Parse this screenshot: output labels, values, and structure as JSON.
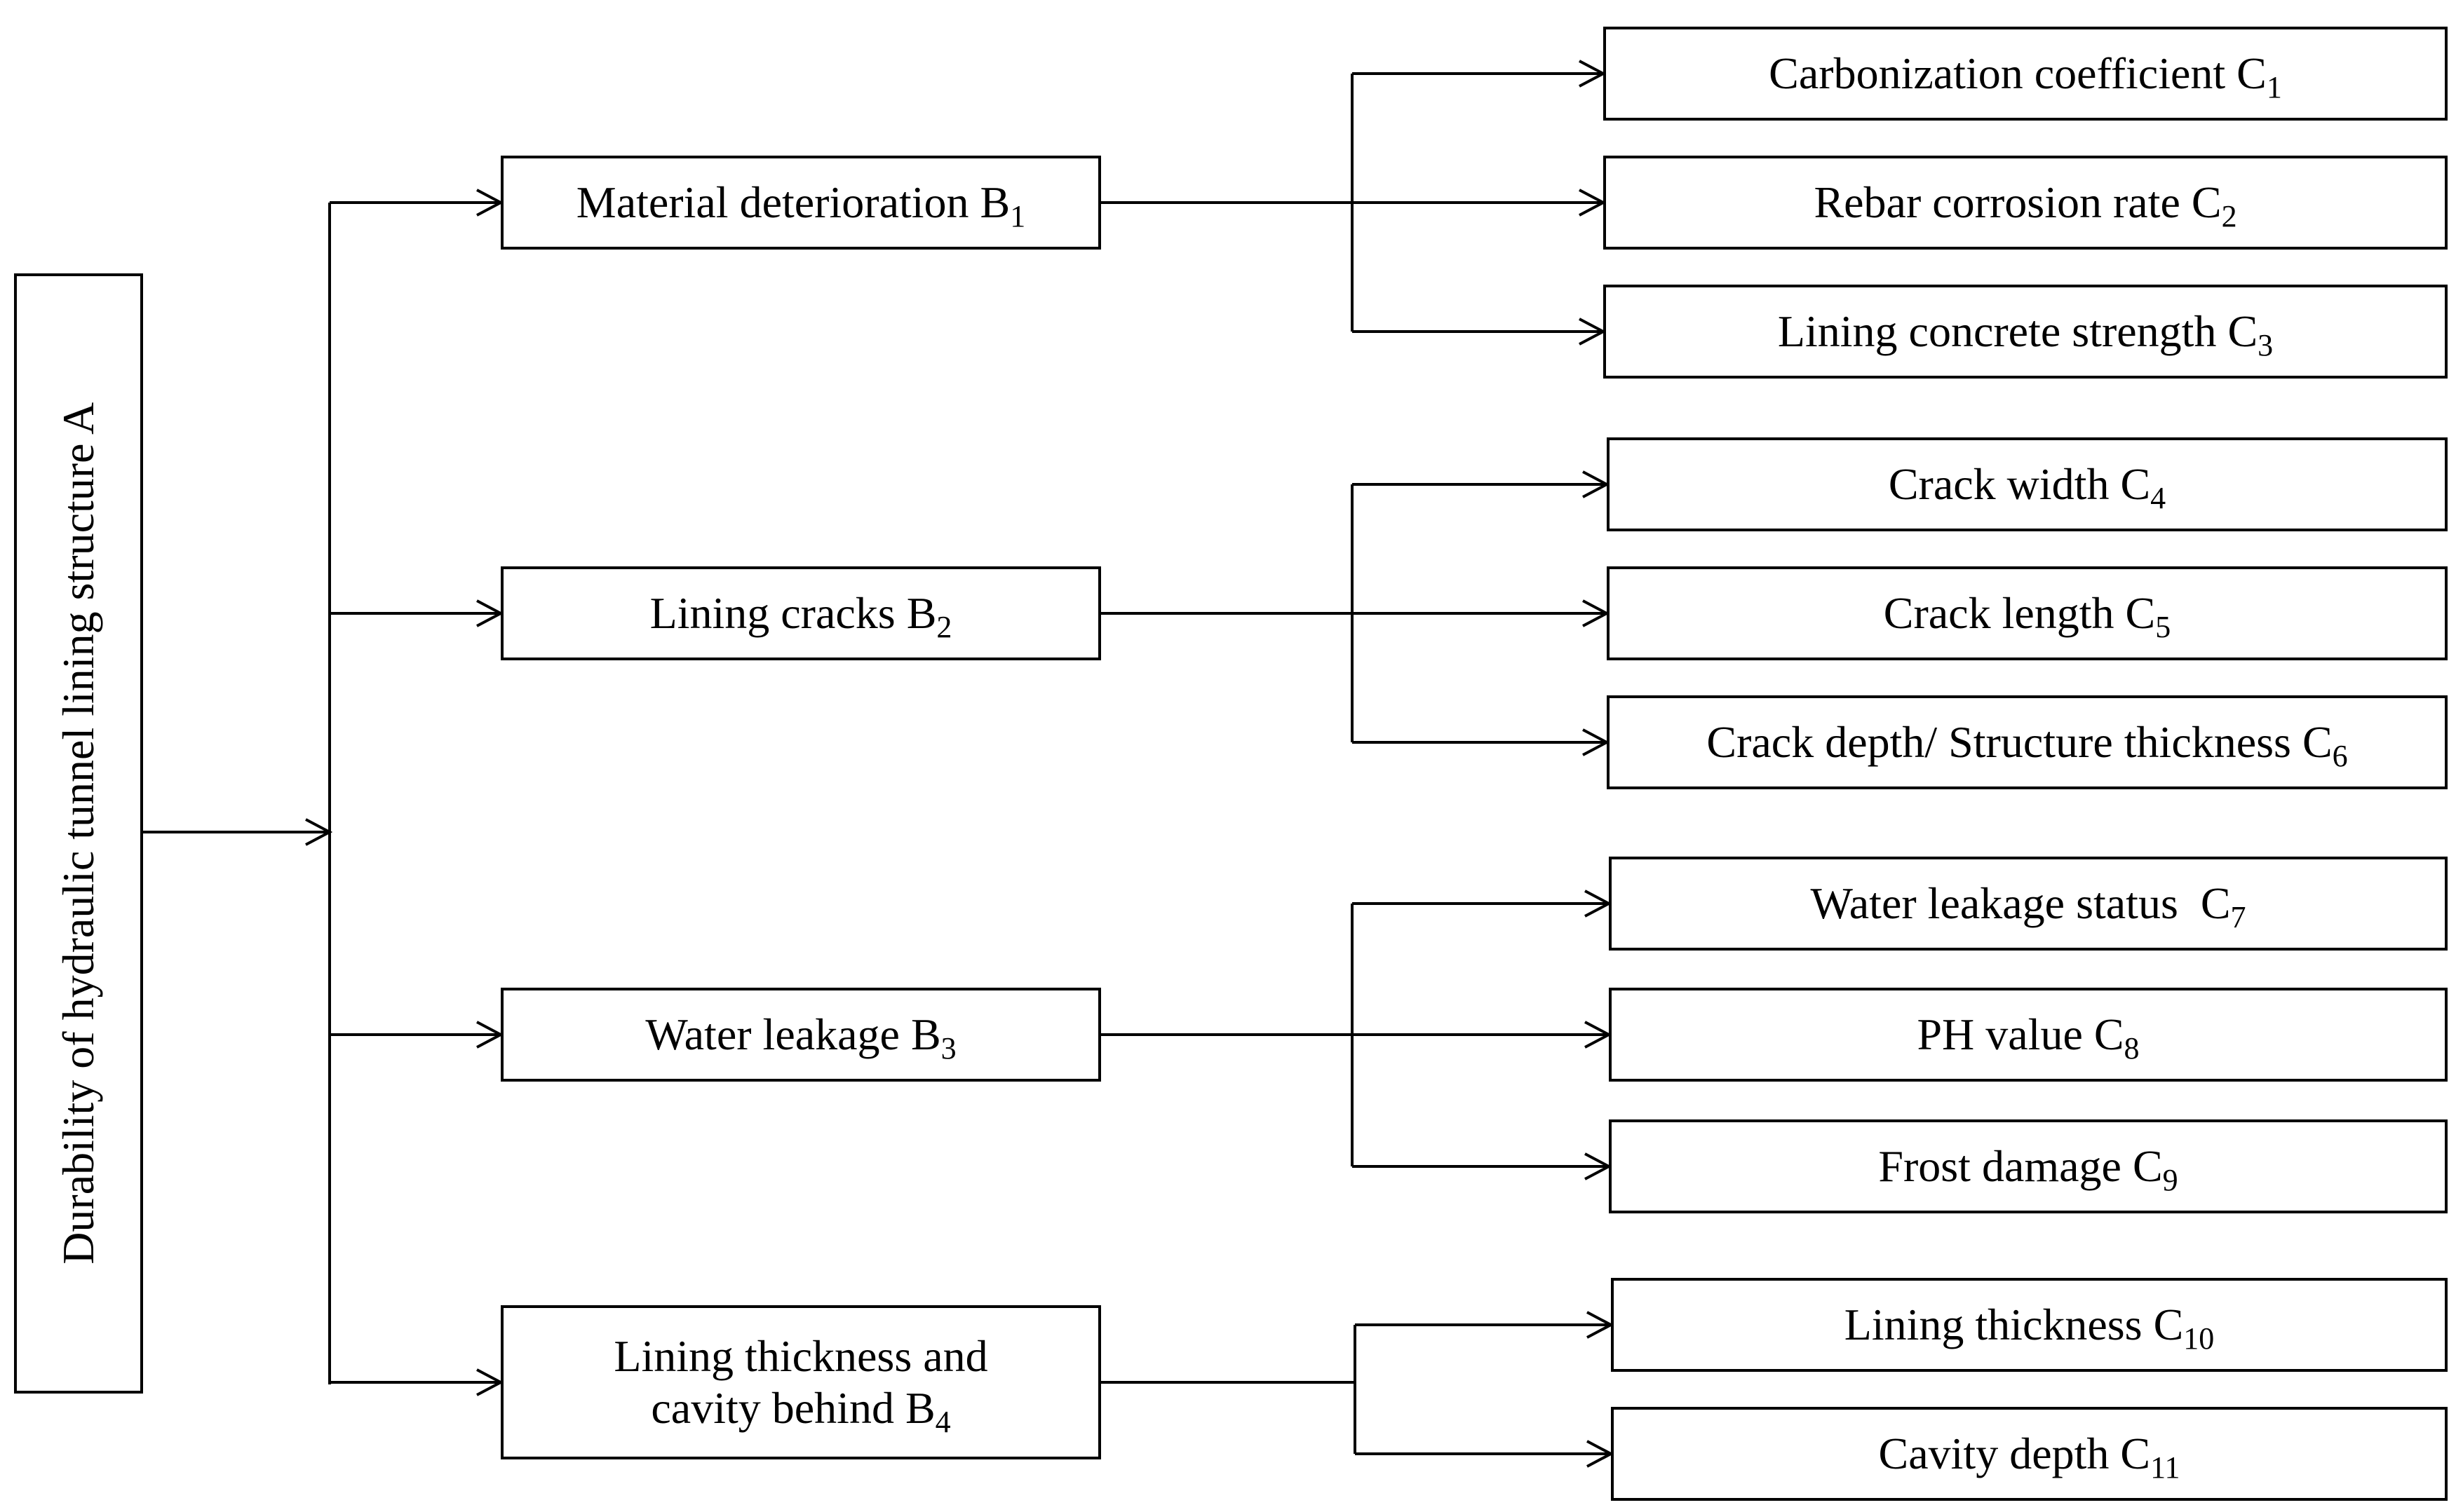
{
  "root": {
    "label": "Durability of hydraulic tunnel lining structure A"
  },
  "criteria": [
    {
      "id": "b1",
      "text": "Material deterioration B",
      "sub": "1"
    },
    {
      "id": "b2",
      "text": "Lining cracks B",
      "sub": "2"
    },
    {
      "id": "b3",
      "text": "Water leakage B",
      "sub": "3"
    },
    {
      "id": "b4",
      "line1": "Lining thickness and",
      "text": "cavity behind B",
      "sub": "4"
    }
  ],
  "indicators": [
    {
      "id": "c1",
      "text": "Carbonization coefficient C",
      "sub": "1"
    },
    {
      "id": "c2",
      "text": "Rebar corrosion rate C",
      "sub": "2"
    },
    {
      "id": "c3",
      "text": "Lining concrete strength C",
      "sub": "3"
    },
    {
      "id": "c4",
      "text": "Crack width C",
      "sub": "4"
    },
    {
      "id": "c5",
      "text": "Crack length C",
      "sub": "5"
    },
    {
      "id": "c6",
      "text": "Crack depth/ Structure thickness C",
      "sub": "6"
    },
    {
      "id": "c7",
      "text": "Water leakage status  C",
      "sub": "7"
    },
    {
      "id": "c8",
      "text": "PH value C",
      "sub": "8"
    },
    {
      "id": "c9",
      "text": "Frost damage C",
      "sub": "9"
    },
    {
      "id": "c10",
      "text": "Lining thickness C",
      "sub": "10"
    },
    {
      "id": "c11",
      "text": "Cavity depth C",
      "sub": "11"
    }
  ]
}
